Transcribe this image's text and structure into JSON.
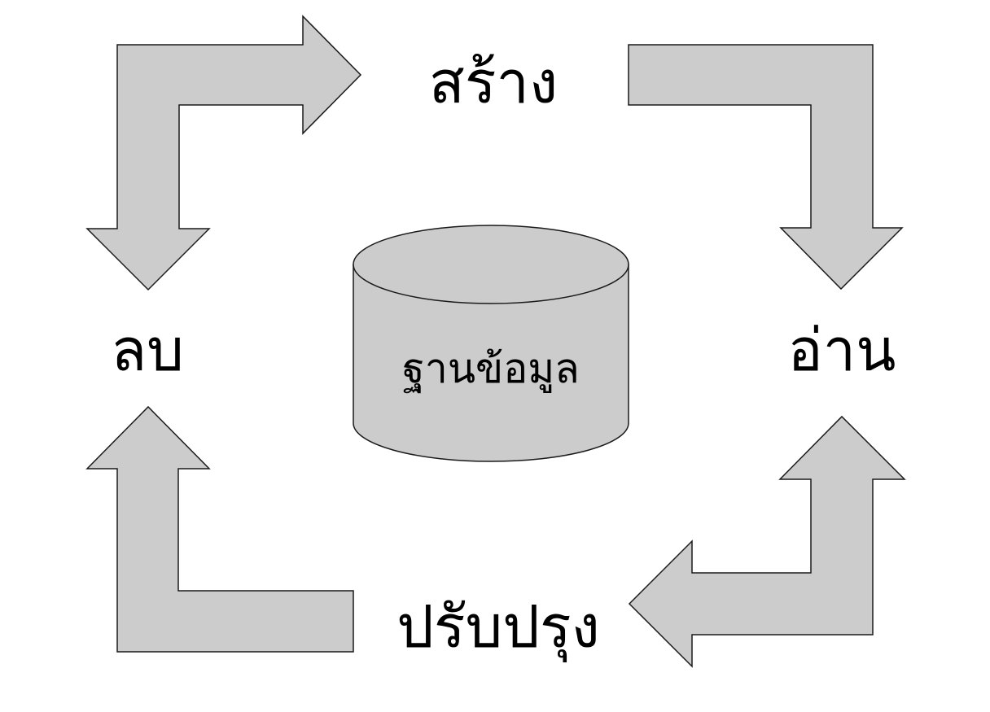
{
  "colors": {
    "shape_fill": "#cccccc",
    "shape_stroke": "#1a1a1a",
    "text": "#000000",
    "background": "#ffffff"
  },
  "center": {
    "label": "ฐานข้อมูล",
    "icon": "database-cylinder-icon"
  },
  "operations": {
    "create": "สร้าง",
    "read": "อ่าน",
    "update": "ปรับปรุง",
    "delete": "ลบ"
  },
  "cycle": [
    "create",
    "read",
    "update",
    "delete"
  ],
  "arrows": {
    "top_left": "elbow-arrow-icon",
    "top_right": "elbow-arrow-icon",
    "bottom_right": "elbow-arrow-icon",
    "bottom_left": "elbow-arrow-icon"
  }
}
